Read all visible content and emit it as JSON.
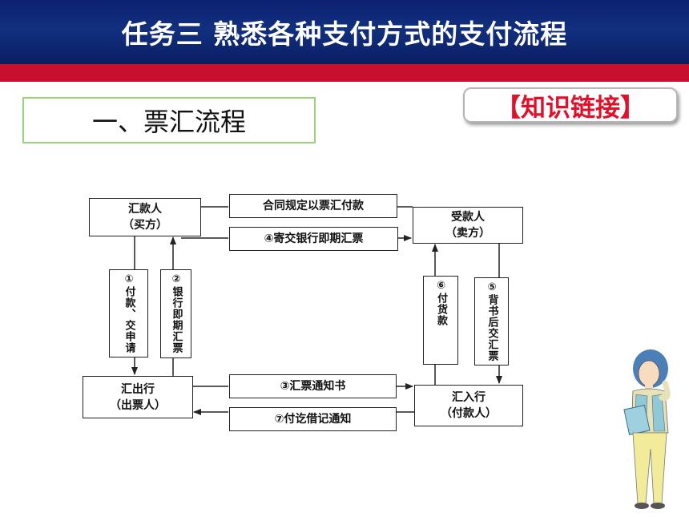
{
  "slide": {
    "title": "任务三  熟悉各种支付方式的支付流程",
    "section_heading": "一、票汇流程",
    "badge": "【知识链接】"
  },
  "diagram": {
    "nodes": {
      "remitter": {
        "name": "汇款人",
        "sub": "（买方）"
      },
      "payee": {
        "name": "受款人",
        "sub": "（卖方）"
      },
      "remitting_bank": {
        "name": "汇出行",
        "sub": "（出票人）"
      },
      "paying_bank": {
        "name": "汇入行",
        "sub": "（付款人）"
      }
    },
    "labels": {
      "contract": "合同规定以票汇付款",
      "step4": "④寄交银行即期汇票",
      "step3": "③汇票通知书",
      "step7": "⑦付讫借记通知",
      "step1": "①付款、交申请",
      "step2": "②银行即期汇票",
      "step6": "⑥付货款",
      "step5": "⑤背书后交汇票"
    }
  },
  "colors": {
    "title_bg": "#12307f",
    "band": "#c8102e",
    "badge_text": "#e0102a",
    "section_border": "#9ad07a"
  }
}
